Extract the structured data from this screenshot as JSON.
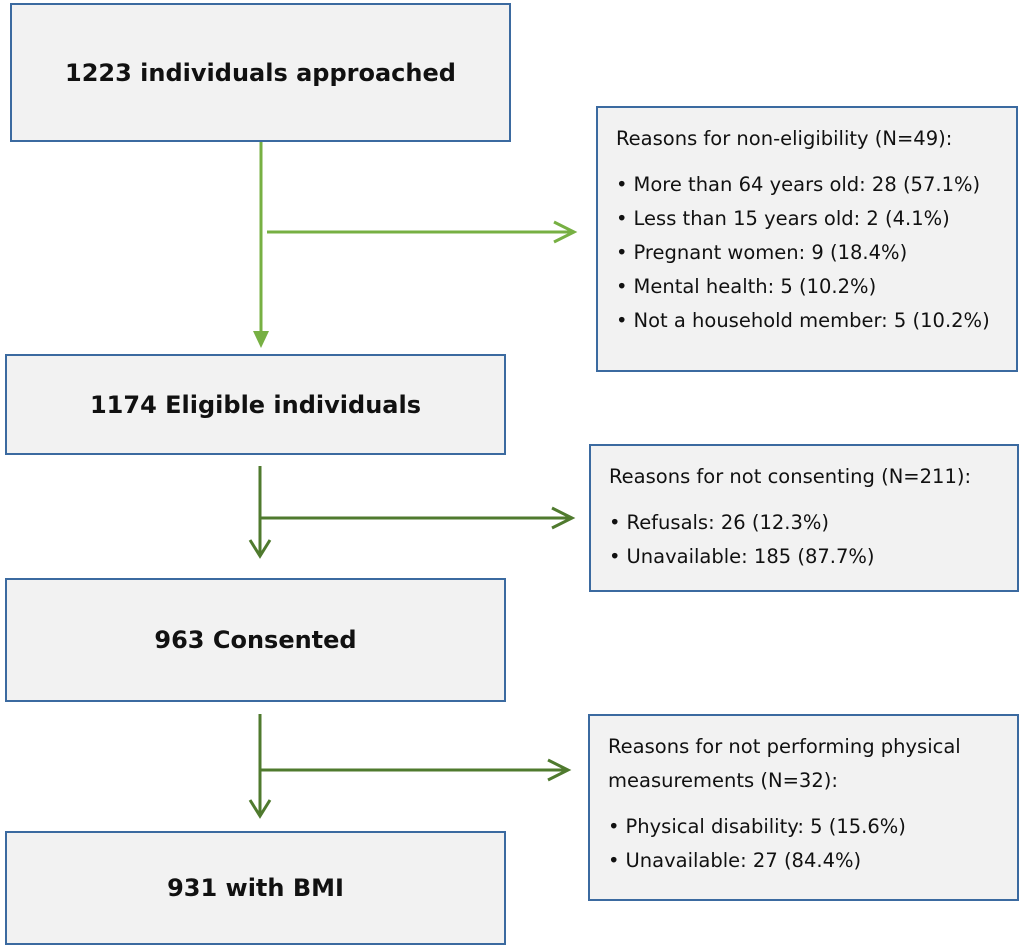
{
  "main_boxes": {
    "approached": "1223 individuals approached",
    "eligible": "1174 Eligible individuals",
    "consented": "963 Consented",
    "bmi": "931 with BMI"
  },
  "side_boxes": {
    "non_eligibility": {
      "header": "Reasons for non-eligibility (N=49):",
      "items": [
        "More than 64 years old: 28 (57.1%)",
        "Less than 15 years old: 2 (4.1%)",
        "Pregnant women: 9 (18.4%)",
        "Mental health: 5 (10.2%)",
        "Not a household member: 5 (10.2%)"
      ]
    },
    "not_consenting": {
      "header": "Reasons for not consenting (N=211):",
      "items": [
        "Refusals: 26 (12.3%)",
        "Unavailable: 185 (87.7%)"
      ]
    },
    "not_measuring": {
      "header_line1": "Reasons for not performing physical",
      "header_line2": "measurements (N=32):",
      "items": [
        "Physical disability: 5 (15.6%)",
        "Unavailable: 27 (84.4%)"
      ]
    }
  },
  "colors": {
    "box_border": "#3b6aa0",
    "box_fill": "#f2f2f2",
    "arrow_light": "#77b043",
    "arrow_dark": "#4f7a2e"
  }
}
